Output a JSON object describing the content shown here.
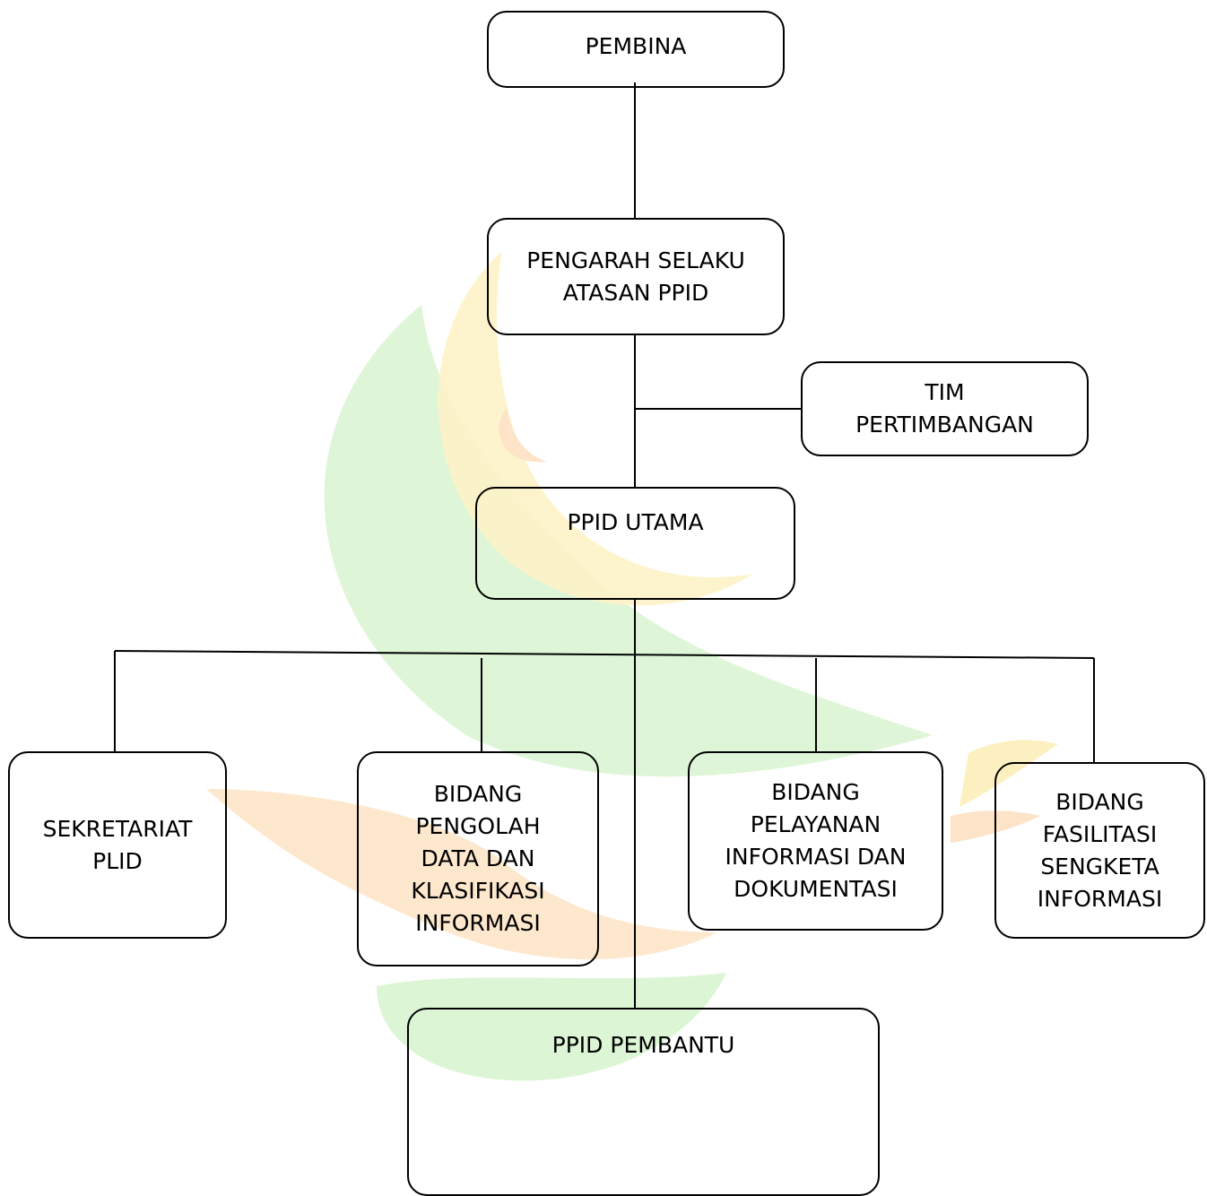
{
  "diagram": {
    "nodes": {
      "pembina": [
        "PEMBINA"
      ],
      "pengarah": [
        "PENGARAH SELAKU",
        "ATASAN PPID"
      ],
      "tim": [
        "TIM",
        "PERTIMBANGAN"
      ],
      "utama": [
        "PPID UTAMA"
      ],
      "sekretariat": [
        "SEKRETARIAT",
        "PLID"
      ],
      "pengolah": [
        "BIDANG",
        "PENGOLAH",
        "DATA DAN",
        "KLASIFIKASI",
        "INFORMASI"
      ],
      "pelayanan": [
        "BIDANG",
        "PELAYANAN",
        "INFORMASI DAN",
        "DOKUMENTASI"
      ],
      "fasilitasi": [
        "BIDANG",
        "FASILITASI",
        "SENGKETA",
        "INFORMASI"
      ],
      "pembantu": [
        "PPID PEMBANTU"
      ]
    },
    "colors": {
      "watermark_green": "#c8f0c0",
      "watermark_yellow": "#fdf0b8",
      "watermark_orange": "#fde0c0",
      "line": "#000000"
    }
  }
}
